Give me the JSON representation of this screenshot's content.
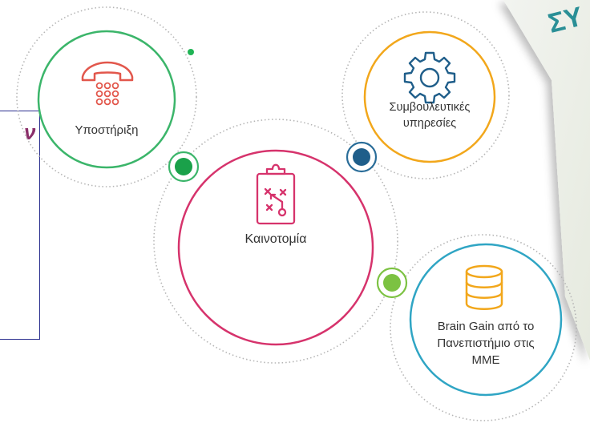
{
  "colors": {
    "green": "#3bb56a",
    "orange": "#f2a71b",
    "crimson": "#d6336c",
    "teal": "#2fa5c4",
    "red_icon": "#e2574c",
    "navy_dot": "#1f5e8a",
    "light_green_dot": "#7cc242"
  },
  "panel": {
    "glyph": "ν"
  },
  "corner": {
    "label": "ΣΥ"
  },
  "nodes": {
    "support": {
      "label": "Υποστήριξη",
      "icon": "telephone-icon"
    },
    "advisory": {
      "label_line1": "Συμβουλευτικές",
      "label_line2": "υπηρεσίες",
      "icon": "gear-icon"
    },
    "innovation": {
      "label": "Καινοτομία",
      "icon": "clipboard-strategy-icon"
    },
    "braingain": {
      "label_line1": "Brain Gain από το",
      "label_line2": "Πανεπιστήμιο στις",
      "label_line3": "ΜΜΕ",
      "icon": "database-icon"
    }
  }
}
